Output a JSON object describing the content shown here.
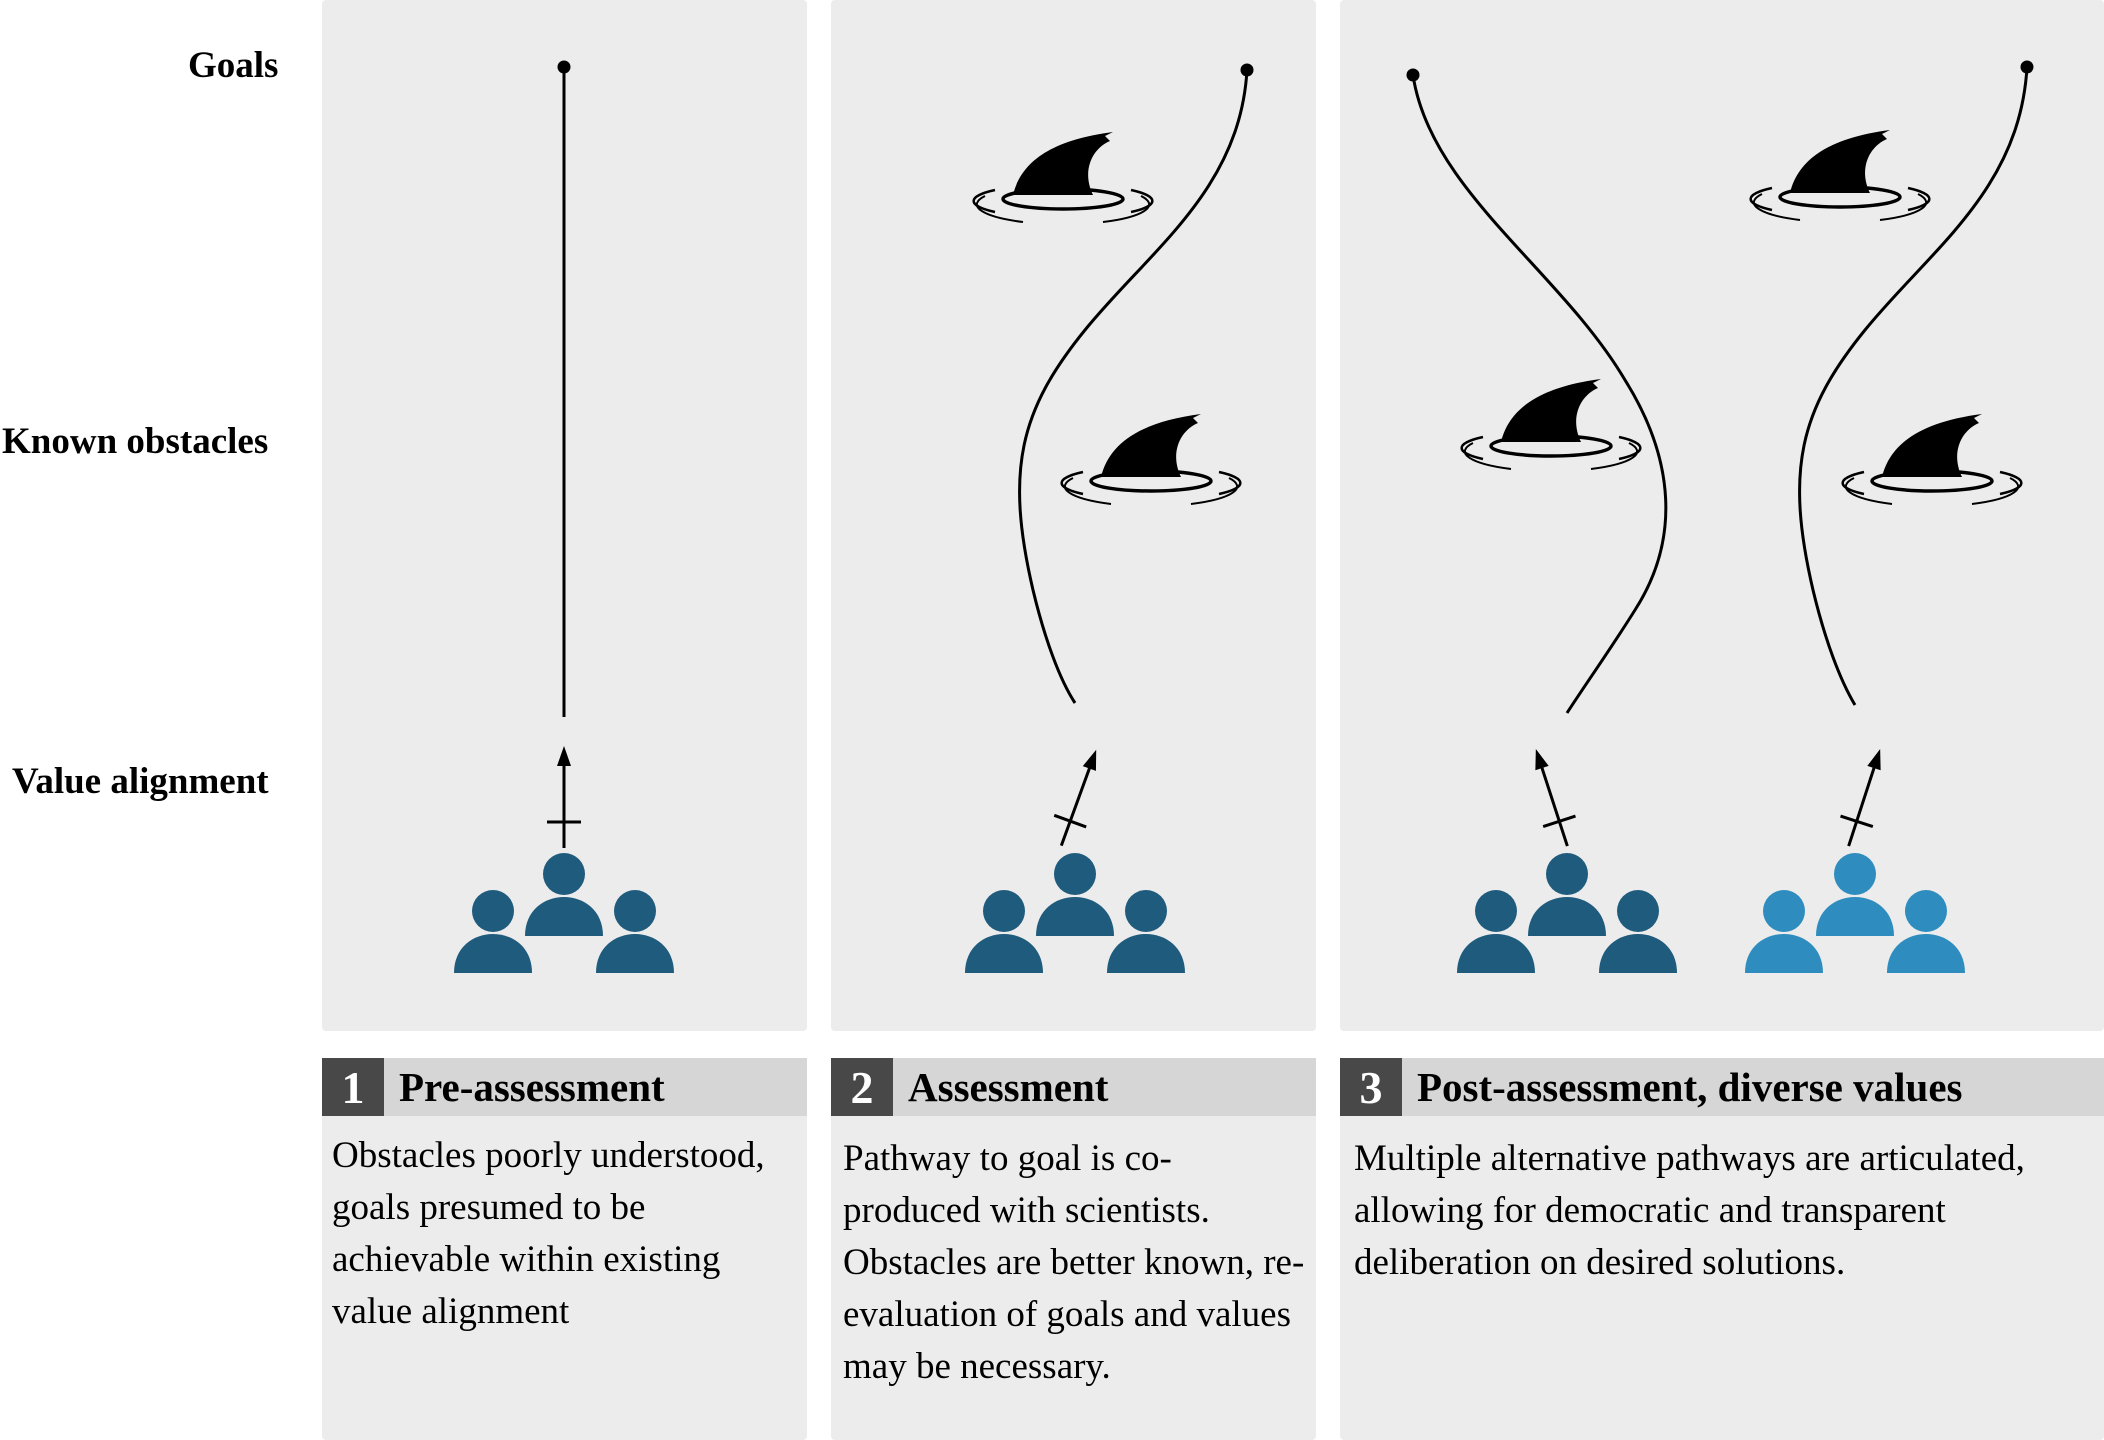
{
  "row_labels": {
    "goals": "Goals",
    "known_obstacles": "Known obstacles",
    "value_alignment": "Value alignment"
  },
  "stages": [
    {
      "number": "1",
      "title": "Pre-assessment",
      "description": "Obstacles poorly understood, goals presumed to be achievable within existing value alignment"
    },
    {
      "number": "2",
      "title": "Assessment",
      "description": "Pathway to goal is co-produced with scientists. Obstacles are better known, re-evaluation of goals and values may be necessary."
    },
    {
      "number": "3",
      "title": "Post-assessment, diverse values",
      "description": "Multiple alternative pathways are articulated, allowing for democratic and transparent deliberation on desired solutions."
    }
  ],
  "colors": {
    "panel_bg": "#ececec",
    "header_bg": "#d6d6d6",
    "number_bg": "#484848",
    "people_dark": "#1f5b7d",
    "people_light": "#2e8dbe",
    "obstacle": "#000000"
  },
  "icons": {
    "obstacle": "shark-fin-icon",
    "group": "people-group-icon",
    "direction": "compass-arrow-icon"
  }
}
